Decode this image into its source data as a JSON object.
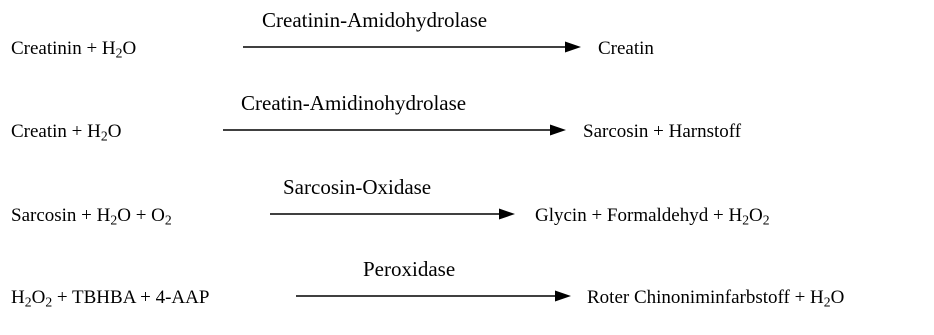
{
  "reactions": [
    {
      "lhs": [
        "Creatinin + H",
        {
          "sub": "2"
        },
        "O"
      ],
      "enzyme": "Creatinin-Amidohydrolase",
      "rhs": [
        "Creatin"
      ]
    },
    {
      "lhs": [
        "Creatin + H",
        {
          "sub": "2"
        },
        "O"
      ],
      "enzyme": "Creatin-Amidinohydrolase",
      "rhs": [
        "Sarcosin + Harnstoff"
      ]
    },
    {
      "lhs": [
        "Sarcosin + H",
        {
          "sub": "2"
        },
        "O + O",
        {
          "sub": "2"
        }
      ],
      "enzyme": "Sarcosin-Oxidase",
      "rhs": [
        "Glycin + Formaldehyd + H",
        {
          "sub": "2"
        },
        "O",
        {
          "sub": "2"
        }
      ]
    },
    {
      "lhs": [
        "H",
        {
          "sub": "2"
        },
        "O",
        {
          "sub": "2"
        },
        " + TBHBA + 4-AAP"
      ],
      "enzyme": "Peroxidase",
      "rhs": [
        "Roter Chinoniminfarbstoff + H",
        {
          "sub": "2"
        },
        "O"
      ]
    }
  ]
}
